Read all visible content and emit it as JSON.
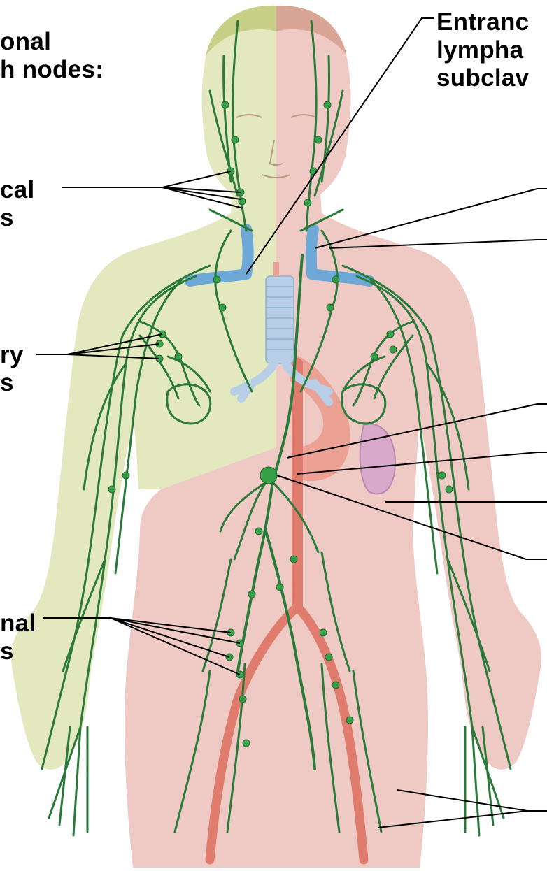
{
  "labels": {
    "title_line1": "onal",
    "title_line2": "h nodes:",
    "cervical_line1": "cal",
    "cervical_line2": "s",
    "axillary_line1": "ry",
    "axillary_line2": "s",
    "inguinal_line1": "nal",
    "inguinal_line2": "s",
    "entrance_line1": "Entranc",
    "entrance_line2": "lympha",
    "entrance_line3": "subclav"
  },
  "colors": {
    "lymphatic_vessel": "#2a7a3a",
    "lymph_node": "#35a048",
    "left_body_tint": "#e3e8bf",
    "right_body_tint": "#efc9c3",
    "artery": "#e07c6d",
    "subclavian_vein": "#6ea8d6",
    "trachea": "#b7cee6",
    "spleen": "#d9a9cc",
    "leader_line": "#000000"
  }
}
